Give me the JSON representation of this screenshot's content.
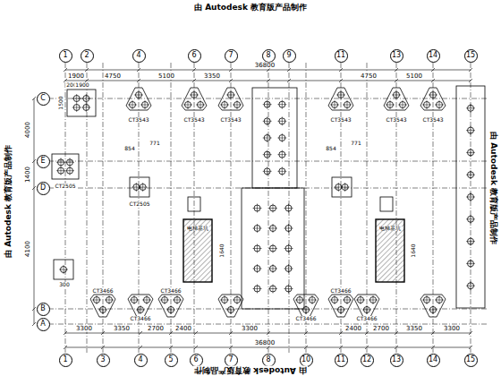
{
  "diagram": {
    "nodes": [
      {
        "text": [
          "1"
        ]
      },
      {
        "text": [
          "2"
        ]
      },
      {
        "text": [
          "4"
        ]
      },
      {
        "text": [
          "6"
        ]
      },
      {
        "text": [
          "7"
        ]
      },
      {
        "text": [
          "8"
        ]
      },
      {
        "text": [
          "9"
        ]
      },
      {
        "text": [
          "11"
        ]
      },
      {
        "text": [
          "13"
        ]
      },
      {
        "text": [
          "14"
        ]
      },
      {
        "text": [
          "15"
        ]
      },
      {
        "text": [
          "C"
        ]
      },
      {
        "text": [
          "E"
        ]
      },
      {
        "text": [
          "D"
        ]
      },
      {
        "text": [
          "B"
        ]
      },
      {
        "text": [
          "A"
        ]
      },
      {
        "text": [
          "1"
        ]
      },
      {
        "text": [
          "3"
        ]
      },
      {
        "text": [
          "4"
        ]
      },
      {
        "text": [
          "5"
        ]
      },
      {
        "text": [
          "6"
        ]
      },
      {
        "text": [
          "7"
        ]
      },
      {
        "text": [
          "8"
        ]
      },
      {
        "text": [
          "10"
        ]
      },
      {
        "text": [
          "11"
        ]
      },
      {
        "text": [
          "12"
        ]
      },
      {
        "text": [
          "13"
        ]
      },
      {
        "text": [
          "14"
        ]
      },
      {
        "text": [
          "15"
        ]
      }
    ],
    "labels": [
      "由 Autodesk 教育版产品制作",
      "由 Autodesk 教育版产品制作",
      "由 Autodesk 教育版产品制作",
      "由 Autodesk 教育版产品制作",
      "36800",
      "36800",
      "1900",
      "4750",
      "5100",
      "3350",
      "4750",
      "5100",
      "3300",
      "3350",
      "2700",
      "2400",
      "3300",
      "2400",
      "2700",
      "3350",
      "3300",
      "4000",
      "1400",
      "4100",
      "1500",
      "200",
      "1900",
      "300",
      "854",
      "771",
      "854",
      "771",
      "1640",
      "1640",
      "CT3543",
      "CT3543",
      "CT3543",
      "CT3543",
      "CT3543",
      "CT3543",
      "CT2505",
      "CT2505",
      "CT3466",
      "CT3466",
      "CT3466",
      "CT3466",
      "CT3466",
      "CT3466",
      "电梯基坑",
      "电梯基坑"
    ]
  }
}
